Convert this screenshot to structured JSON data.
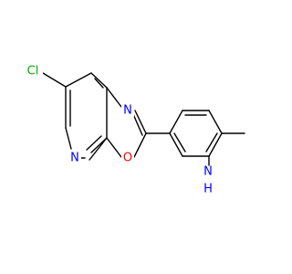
{
  "molecule": {
    "atoms": {
      "cl": {
        "label": "Cl",
        "color": "#00b300"
      },
      "n_oxazole": {
        "label": "N",
        "color": "#0000ff"
      },
      "o_oxazole": {
        "label": "O",
        "color": "#ff0000"
      },
      "n_pyridine": {
        "label": "N",
        "color": "#0000ff"
      },
      "nh2_n": {
        "label": "N",
        "color": "#0000ff"
      },
      "nh2_h": {
        "label": "H",
        "color": "#0000ff"
      }
    },
    "bond_color": "#000000"
  }
}
